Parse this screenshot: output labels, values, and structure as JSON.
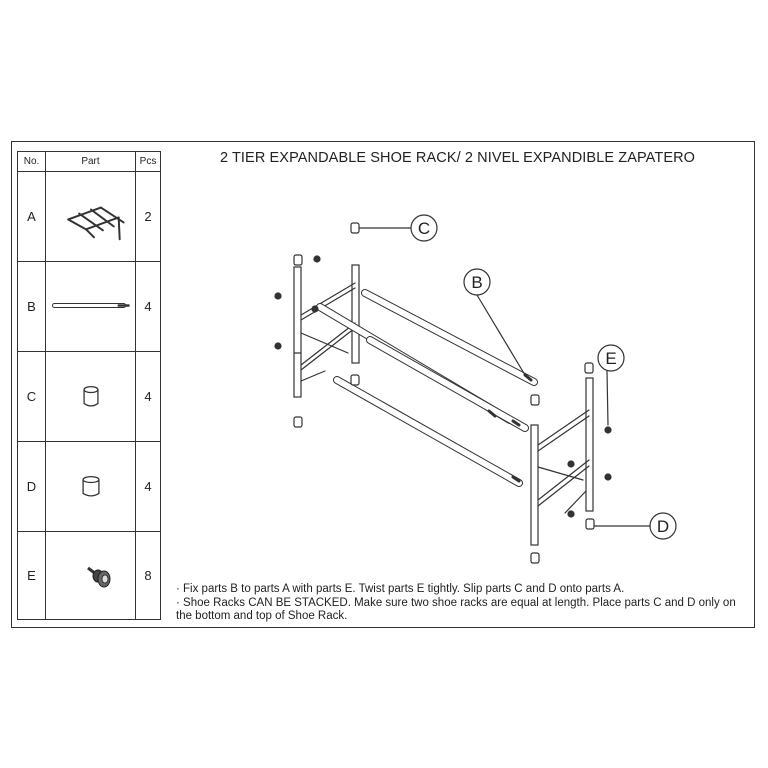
{
  "title": "2 TIER EXPANDABLE SHOE RACK/ 2 NIVEL EXPANDIBLE ZAPATERO",
  "table": {
    "headers": {
      "no": "No.",
      "part": "Part",
      "pcs": "Pcs"
    },
    "rows": [
      {
        "no": "A",
        "pcs": "2",
        "icon": "side-frame-icon"
      },
      {
        "no": "B",
        "pcs": "4",
        "icon": "tube-icon"
      },
      {
        "no": "C",
        "pcs": "4",
        "icon": "cap-icon"
      },
      {
        "no": "D",
        "pcs": "4",
        "icon": "foot-cap-icon"
      },
      {
        "no": "E",
        "pcs": "8",
        "icon": "screw-knob-icon"
      }
    ]
  },
  "callouts": {
    "b": "B",
    "c": "C",
    "d": "D",
    "e": "E"
  },
  "notes": [
    "· Fix parts B to parts A with parts E. Twist parts E tightly. Slip parts C and D onto parts A.",
    "· Shoe Racks CAN BE STACKED. Make sure two shoe racks are equal at length. Place parts C and D only on the bottom and top of Shoe Rack."
  ]
}
